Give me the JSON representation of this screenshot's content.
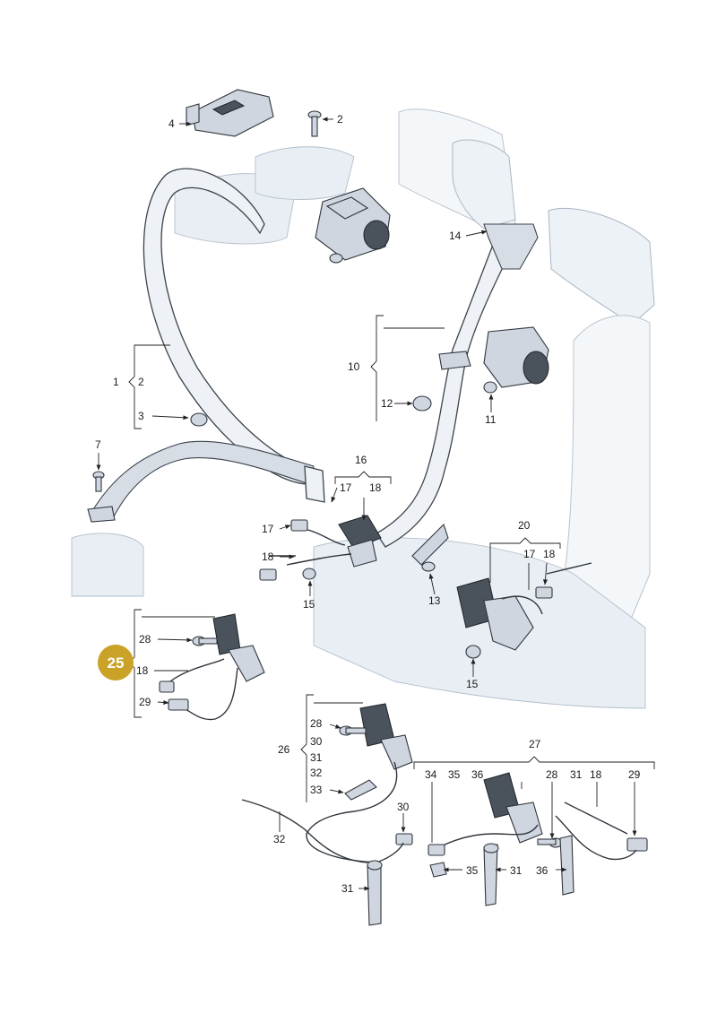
{
  "badge": {
    "label": "25",
    "color": "#c9a227"
  },
  "colors": {
    "line": "#222222",
    "belt": "#eef1f5",
    "seat": "#edf2f7"
  },
  "labels": {
    "l1": "1",
    "l2a": "2",
    "l2b": "2",
    "l3": "3",
    "l4": "4",
    "l7": "7",
    "l10": "10",
    "l11": "11",
    "l12": "12",
    "l13": "13",
    "l14": "14",
    "l15a": "15",
    "l15b": "15",
    "l16": "16",
    "l17a": "17",
    "l18a": "18",
    "l17b": "17",
    "l18b": "18",
    "l20": "20",
    "l17c": "17",
    "l18c": "18",
    "l28a": "28",
    "l18d": "18",
    "l29a": "29",
    "l26": "26",
    "l28b": "28",
    "l30a": "30",
    "l31a": "31",
    "l32a": "32",
    "l33": "33",
    "l32b": "32",
    "l30b": "30",
    "l31b": "31",
    "l27": "27",
    "l34": "34",
    "l35a": "35",
    "l36a": "36",
    "l28c": "28",
    "l31c": "31",
    "l18e": "18",
    "l29b": "29",
    "l35b": "35",
    "l31d": "31",
    "l36b": "36"
  }
}
